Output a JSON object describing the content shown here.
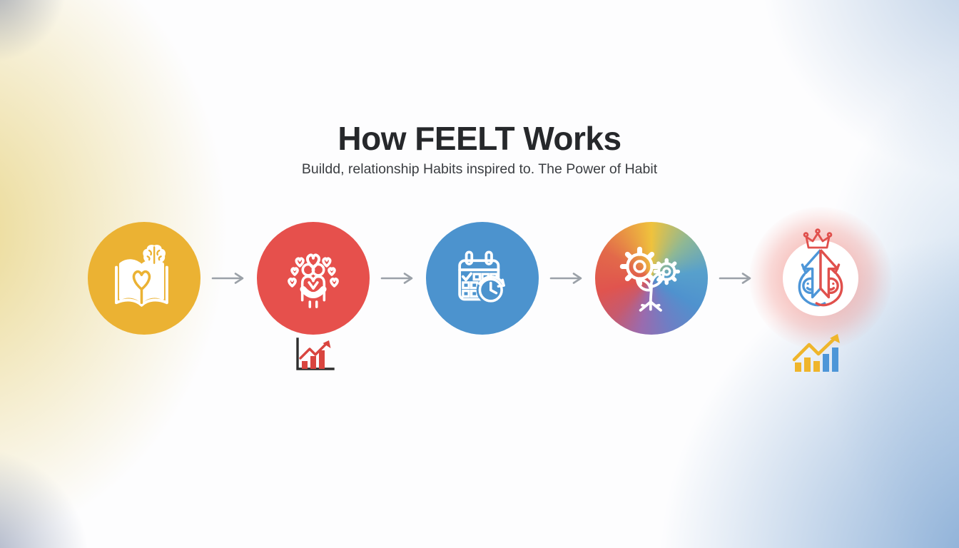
{
  "header": {
    "title": "How FEELT Works",
    "subtitle": "Buildd, relationship Habits inspired to. The Power of Habit"
  },
  "flow": {
    "step_count": 5,
    "steps": [
      {
        "id": "learn",
        "icon": "open-book-heart-brain-icon",
        "circle_color": "#EBB233",
        "style": "solid"
      },
      {
        "id": "relationship",
        "icon": "couple-with-hearts-icon",
        "circle_color": "#E6504C",
        "style": "solid",
        "badge_icon": "growth-chart-red-icon"
      },
      {
        "id": "schedule",
        "icon": "calendar-clock-icon",
        "circle_color": "#4C93CE",
        "style": "solid"
      },
      {
        "id": "growth",
        "icon": "gears-sprout-icon",
        "circle_color": "conic blend",
        "gradient_stops": [
          "#EFC23D",
          "#4F92CE",
          "#9A6BAE",
          "#E0544E"
        ],
        "style": "gradient"
      },
      {
        "id": "results",
        "icon": "smiley-faces-arrow-crown-icon",
        "circle_color": "#FFFFFF",
        "style": "white-with-red-glow",
        "badge_icon": "growth-chart-yellow-blue-icon"
      }
    ],
    "connector_icon": "arrow-right-icon",
    "connector_color": "#9BA1A8"
  },
  "colors": {
    "title_text": "#26282B",
    "subtitle_text": "#3B3E42",
    "step_yellow": "#EBB233",
    "step_red": "#E6504C",
    "step_blue": "#4C93CE",
    "glow_red": "#EE6A5F",
    "icon_stroke": "#FFFFFF",
    "result_blue": "#4D96D8",
    "result_red": "#E0504C",
    "connector_gray": "#9BA1A8",
    "badge_chart_red": "#D9453F",
    "badge_chart_yellow": "#EFB52B",
    "badge_chart_blue": "#4D96D8",
    "badge_axis_dark": "#2E2E2E",
    "background_corner_yellow": "#EDE2A9",
    "background_corner_blue": "#A9C6E2"
  }
}
